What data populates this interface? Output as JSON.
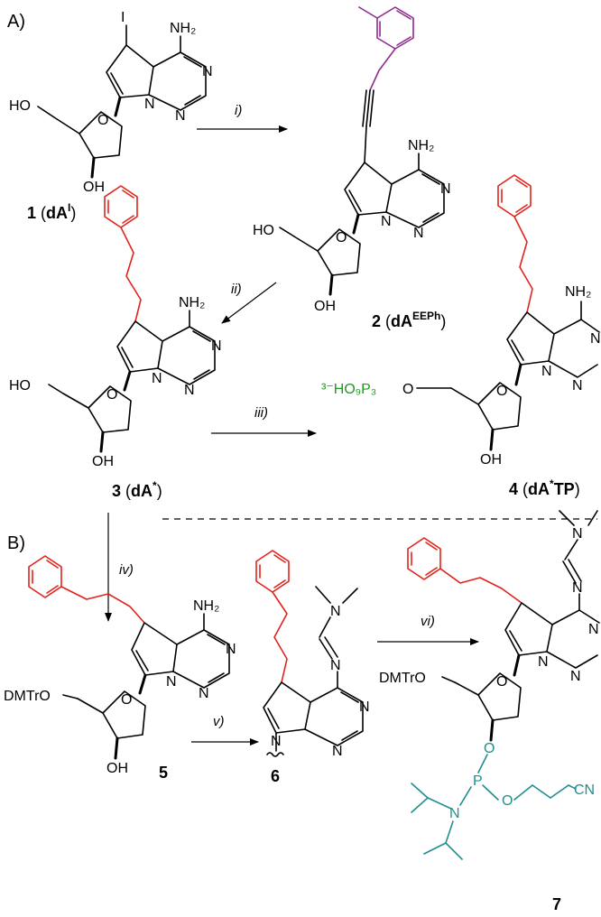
{
  "sections": {
    "a": "A)",
    "b": "B)"
  },
  "atoms": {
    "iodo": "I",
    "nh2": "NH₂",
    "n": "N",
    "o": "O",
    "p": "P",
    "ho": "HO",
    "oh": "OH",
    "cn": "CN",
    "dmtro": "DMTrO",
    "o_dash": "O",
    "triphosphate": "³⁻HO₉P₃"
  },
  "reagents": {
    "i": "i)",
    "ii": "ii)",
    "iii": "iii)",
    "iv": "iv)",
    "v": "v)",
    "vi": "vi)"
  },
  "compounds": {
    "c1": {
      "num": "1",
      "name": "dA",
      "sup": "I"
    },
    "c2": {
      "num": "2",
      "name": "dA",
      "sup": "EEPh"
    },
    "c3": {
      "num": "3",
      "name": "dA",
      "sup": "*"
    },
    "c4": {
      "num": "4",
      "name": "dA",
      "sup": "*",
      "tail": "TP"
    },
    "c5": {
      "num": "5"
    },
    "c6": {
      "num": "6"
    },
    "c7": {
      "num": "7"
    }
  },
  "colors": {
    "phenylbutyl": "#e2231a",
    "phenylbutynyl": "#8e2b8e",
    "phosphoramidite": "#1d8f8f",
    "triphosphate": "#1e9a1e"
  }
}
